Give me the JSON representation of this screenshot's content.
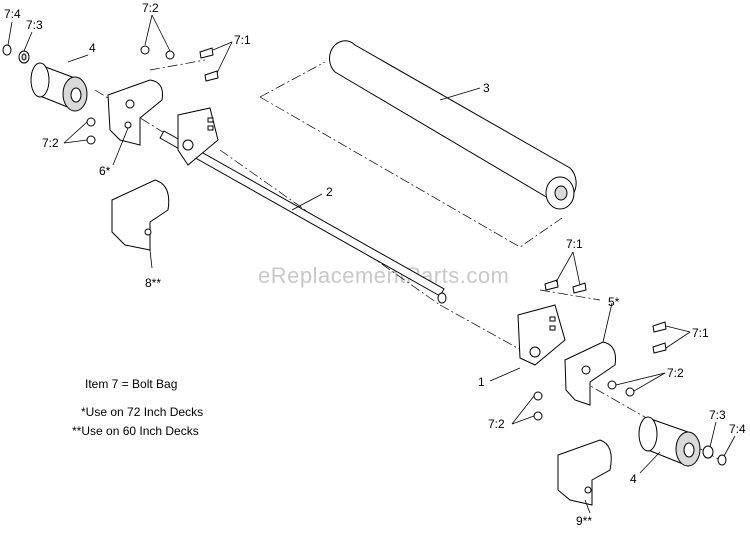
{
  "watermark": "eReplacementParts.com",
  "legend": {
    "item7": "Item 7 = Bolt Bag",
    "note72": "*Use on 72 Inch Decks",
    "note60": "**Use on 60 Inch Decks"
  },
  "callouts": {
    "c74_left": "7:4",
    "c73_left": "7:3",
    "c4_left": "4",
    "c72_top": "7:2",
    "c71_top": "7:1",
    "c72_left": "7:2",
    "c6": "6*",
    "c3": "3",
    "c2": "2",
    "c8": "8**",
    "c71_mid": "7:1",
    "c5": "5*",
    "c71_right": "7:1",
    "c1": "1",
    "c72_right": "7:2",
    "c72_lower": "7:2",
    "c73_right": "7:3",
    "c74_right": "7:4",
    "c4_right": "4",
    "c9": "9**"
  }
}
